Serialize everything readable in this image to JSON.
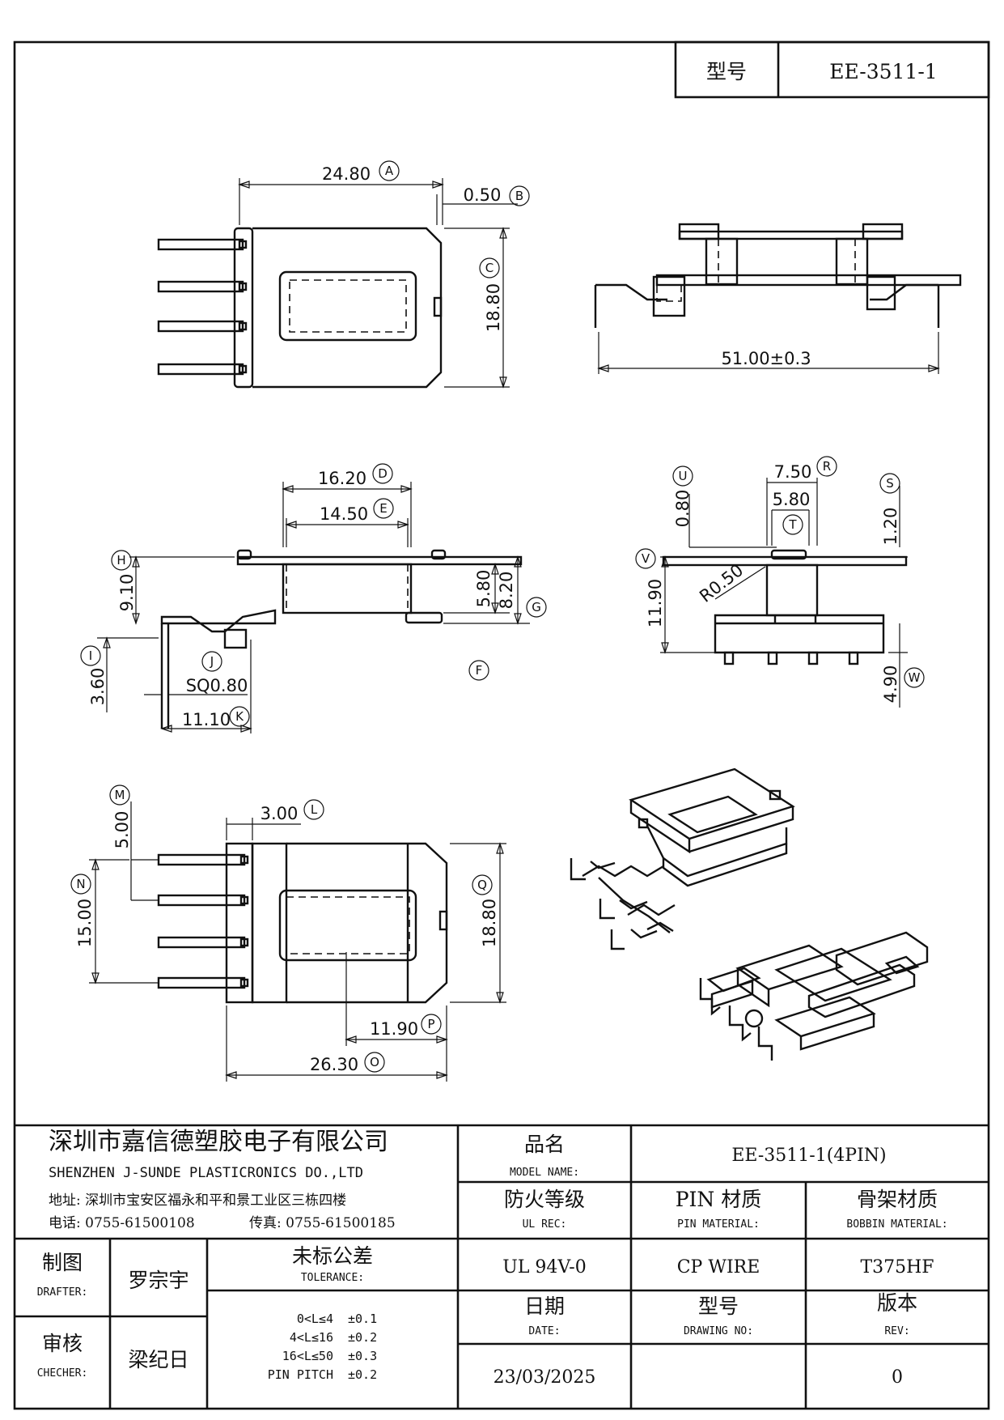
{
  "header": {
    "model_label": "型号",
    "model_value": "EE-3511-1"
  },
  "views": {
    "top_view": {
      "dims": {
        "A": {
          "value": "24.80",
          "letter": "A"
        },
        "B": {
          "value": "0.50",
          "letter": "B"
        },
        "C": {
          "value": "18.80",
          "letter": "C"
        }
      }
    },
    "front_view": {
      "dims": {
        "span": {
          "value": "51.00±0.3"
        }
      }
    },
    "side_view": {
      "dims": {
        "D": {
          "value": "16.20",
          "letter": "D"
        },
        "E": {
          "value": "14.50",
          "letter": "E"
        },
        "H": {
          "value": "9.10",
          "letter": "H"
        },
        "F": {
          "value": "5.80",
          "letter": "F"
        },
        "G": {
          "value": "8.20",
          "letter": "G"
        },
        "I": {
          "value": "3.60",
          "letter": "I"
        },
        "J": {
          "value": "SQ0.80",
          "letter": "J"
        },
        "K": {
          "value": "11.10",
          "letter": "K"
        }
      }
    },
    "end_view": {
      "dims": {
        "R": {
          "value": "7.50",
          "letter": "R"
        },
        "T": {
          "value": "5.80",
          "letter": "T"
        },
        "U": {
          "value": "0.80",
          "letter": "U"
        },
        "S": {
          "value": "1.20",
          "letter": "S"
        },
        "V": {
          "value": "11.90",
          "letter": "V"
        },
        "radius": {
          "value": "R0.50"
        },
        "W": {
          "value": "4.90",
          "letter": "W"
        }
      }
    },
    "bottom_view": {
      "dims": {
        "L": {
          "value": "3.00",
          "letter": "L"
        },
        "M": {
          "value": "5.00",
          "letter": "M"
        },
        "N": {
          "value": "15.00",
          "letter": "N"
        },
        "Q": {
          "value": "18.80",
          "letter": "Q"
        },
        "P": {
          "value": "11.90",
          "letter": "P"
        },
        "O": {
          "value": "26.30",
          "letter": "O"
        }
      }
    }
  },
  "title_block": {
    "company_cn": "深圳市嘉信德塑胶电子有限公司",
    "company_en": "SHENZHEN J-SUNDE PLASTICRONICS DO.,LTD",
    "address": "地址: 深圳市宝安区福永和平和景工业区三栋四楼",
    "phone": "电话: 0755-61500108",
    "fax": "传真: 0755-61500185",
    "model_name_cn": "品名",
    "model_name_en": "MODEL NAME:",
    "model_name_value": "EE-3511-1(4PIN)",
    "ul_cn": "防火等级",
    "ul_en": "UL REC:",
    "ul_value": "UL 94V-0",
    "pin_mat_cn": "PIN 材质",
    "pin_mat_en": "PIN MATERIAL:",
    "pin_mat_value": "CP WIRE",
    "bobbin_mat_cn": "骨架材质",
    "bobbin_mat_en": "BOBBIN MATERIAL:",
    "bobbin_mat_value": "T375HF",
    "drafter_cn": "制图",
    "drafter_en": "DRAFTER:",
    "drafter_name": "罗宗宇",
    "checker_cn": "审核",
    "checker_en": "CHECHER:",
    "checker_name": "梁纪日",
    "tolerance_cn": "未标公差",
    "tolerance_en": "TOLERANCE:",
    "tolerances": [
      {
        "range": "0<L≤4",
        "value": "±0.1"
      },
      {
        "range": "4<L≤16",
        "value": "±0.2"
      },
      {
        "range": "16<L≤50",
        "value": "±0.3"
      },
      {
        "range": "PIN PITCH",
        "value": "±0.2"
      }
    ],
    "date_cn": "日期",
    "date_en": "DATE:",
    "date_value": "23/03/2025",
    "drawing_no_cn": "型号",
    "drawing_no_en": "DRAWING NO:",
    "drawing_no_value": "",
    "rev_cn": "版本",
    "rev_en": "REV:",
    "rev_value": "0"
  }
}
